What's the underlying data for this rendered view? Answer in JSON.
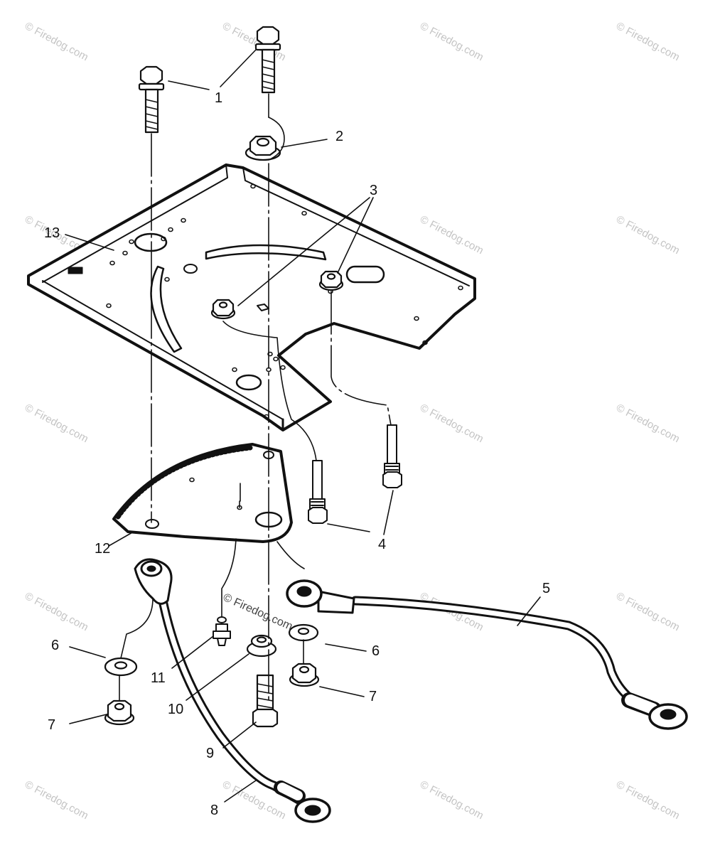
{
  "watermark": "© Firedog.com",
  "callouts": {
    "n1": "1",
    "n2": "2",
    "n3": "3",
    "n4": "4",
    "n5": "5",
    "n6a": "6",
    "n6b": "6",
    "n7a": "7",
    "n7b": "7",
    "n8": "8",
    "n9": "9",
    "n10": "10",
    "n11": "11",
    "n12": "12",
    "n13": "13"
  },
  "colors": {
    "ink": "#111111",
    "watermark": "#c4c4c4",
    "background": "#ffffff"
  }
}
